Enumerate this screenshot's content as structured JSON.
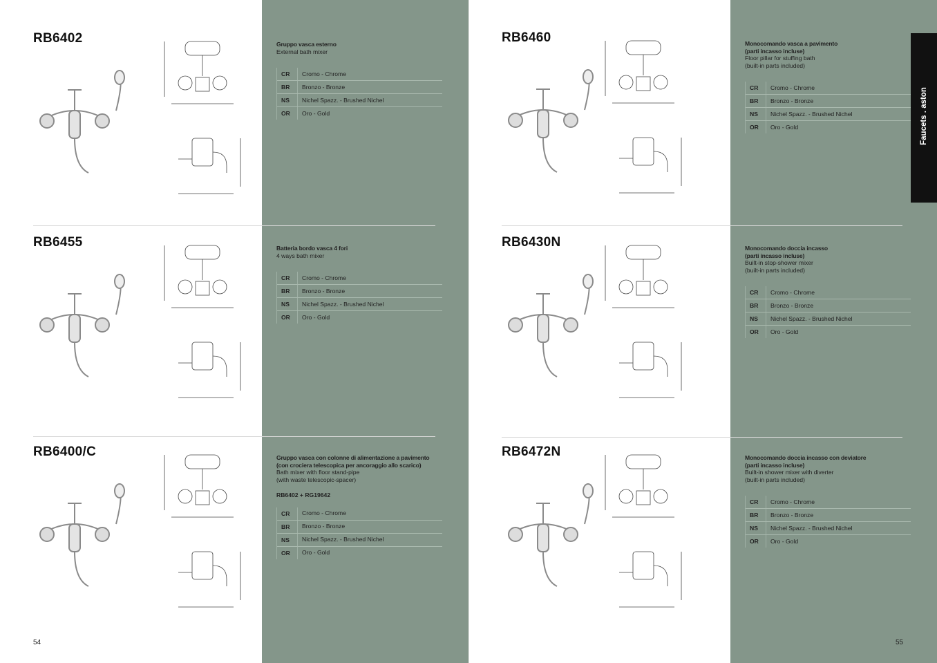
{
  "colors": {
    "panel": "#84968a",
    "tab": "#111111"
  },
  "side_tab": "Faucets . aston",
  "pages": {
    "left_number": "54",
    "right_number": "55"
  },
  "finishes": [
    {
      "code": "CR",
      "label": "Cromo - Chrome"
    },
    {
      "code": "BR",
      "label": "Bronzo - Bronze"
    },
    {
      "code": "NS",
      "label": "Nichel Spazz. - Brushed  Nichel"
    },
    {
      "code": "OR",
      "label": "Oro - Gold"
    }
  ],
  "products": [
    {
      "code": "RB6402",
      "it": [
        "Gruppo vasca esterno"
      ],
      "en": [
        "External bath mixer"
      ]
    },
    {
      "code": "RB6455",
      "it": [
        "Batteria bordo vasca 4 fori"
      ],
      "en": [
        "4 ways bath mixer"
      ]
    },
    {
      "code": "RB6400/C",
      "it": [
        "Gruppo vasca con colonne di alimentazione a pavimento",
        "(con crociera telescopica per ancoraggio allo scarico)"
      ],
      "en": [
        "Bath mixer with floor stand-pipe",
        "(with waste telescopic-spacer)"
      ],
      "combo": "RB6402 + RG19642"
    },
    {
      "code": "RB6460",
      "it": [
        "Monocomando vasca a pavimento",
        "(parti incasso incluse)"
      ],
      "en": [
        "Floor pillar for stuffing bath",
        "(built-in parts included)"
      ]
    },
    {
      "code": "RB6430N",
      "it": [
        "Monocomando doccia incasso",
        "(parti incasso incluse)"
      ],
      "en": [
        "Built-in stop-shower mixer",
        "(built-in parts included)"
      ]
    },
    {
      "code": "RB6472N",
      "it": [
        "Monocomando doccia incasso con deviatore",
        "(parti incasso incluse)"
      ],
      "en": [
        "Built-in shower mixer with diverter",
        "(built-in parts included)"
      ]
    }
  ]
}
